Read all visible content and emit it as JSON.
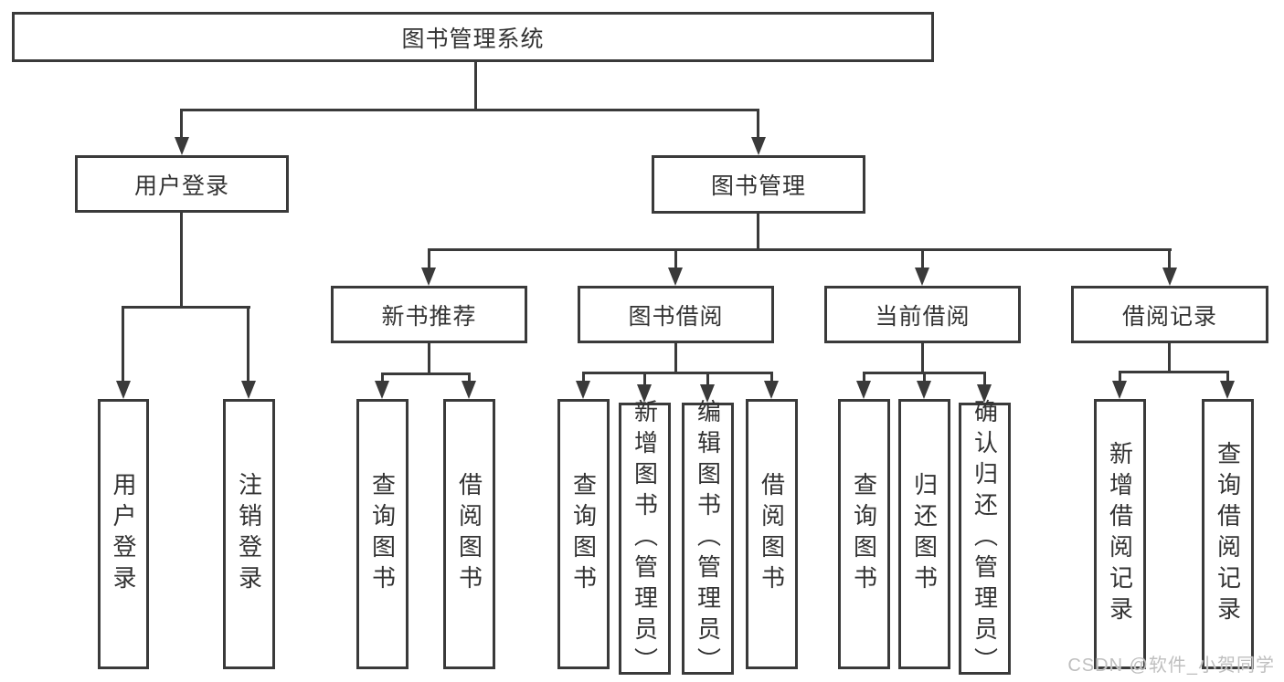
{
  "diagram": {
    "root": "图书管理系统",
    "level2": [
      "用户登录",
      "图书管理"
    ],
    "level3": [
      "新书推荐",
      "图书借阅",
      "当前借阅",
      "借阅记录"
    ],
    "leaves": {
      "user": [
        "用户登录",
        "注销登录"
      ],
      "recommend": [
        "查询图书",
        "借阅图书"
      ],
      "borrow": [
        "查询图书",
        "新增图书（管理员）",
        "编辑图书（管理员）",
        "借阅图书"
      ],
      "current": [
        "查询图书",
        "归还图书",
        "确认归还（管理员）"
      ],
      "records": [
        "新增借阅记录",
        "查询借阅记录"
      ]
    }
  },
  "watermark": "CSDN @软件_小贺同学",
  "colors": {
    "line": "#3a3a3a",
    "text": "#333333",
    "watermark": "#bfbfbf",
    "background": "#ffffff"
  }
}
